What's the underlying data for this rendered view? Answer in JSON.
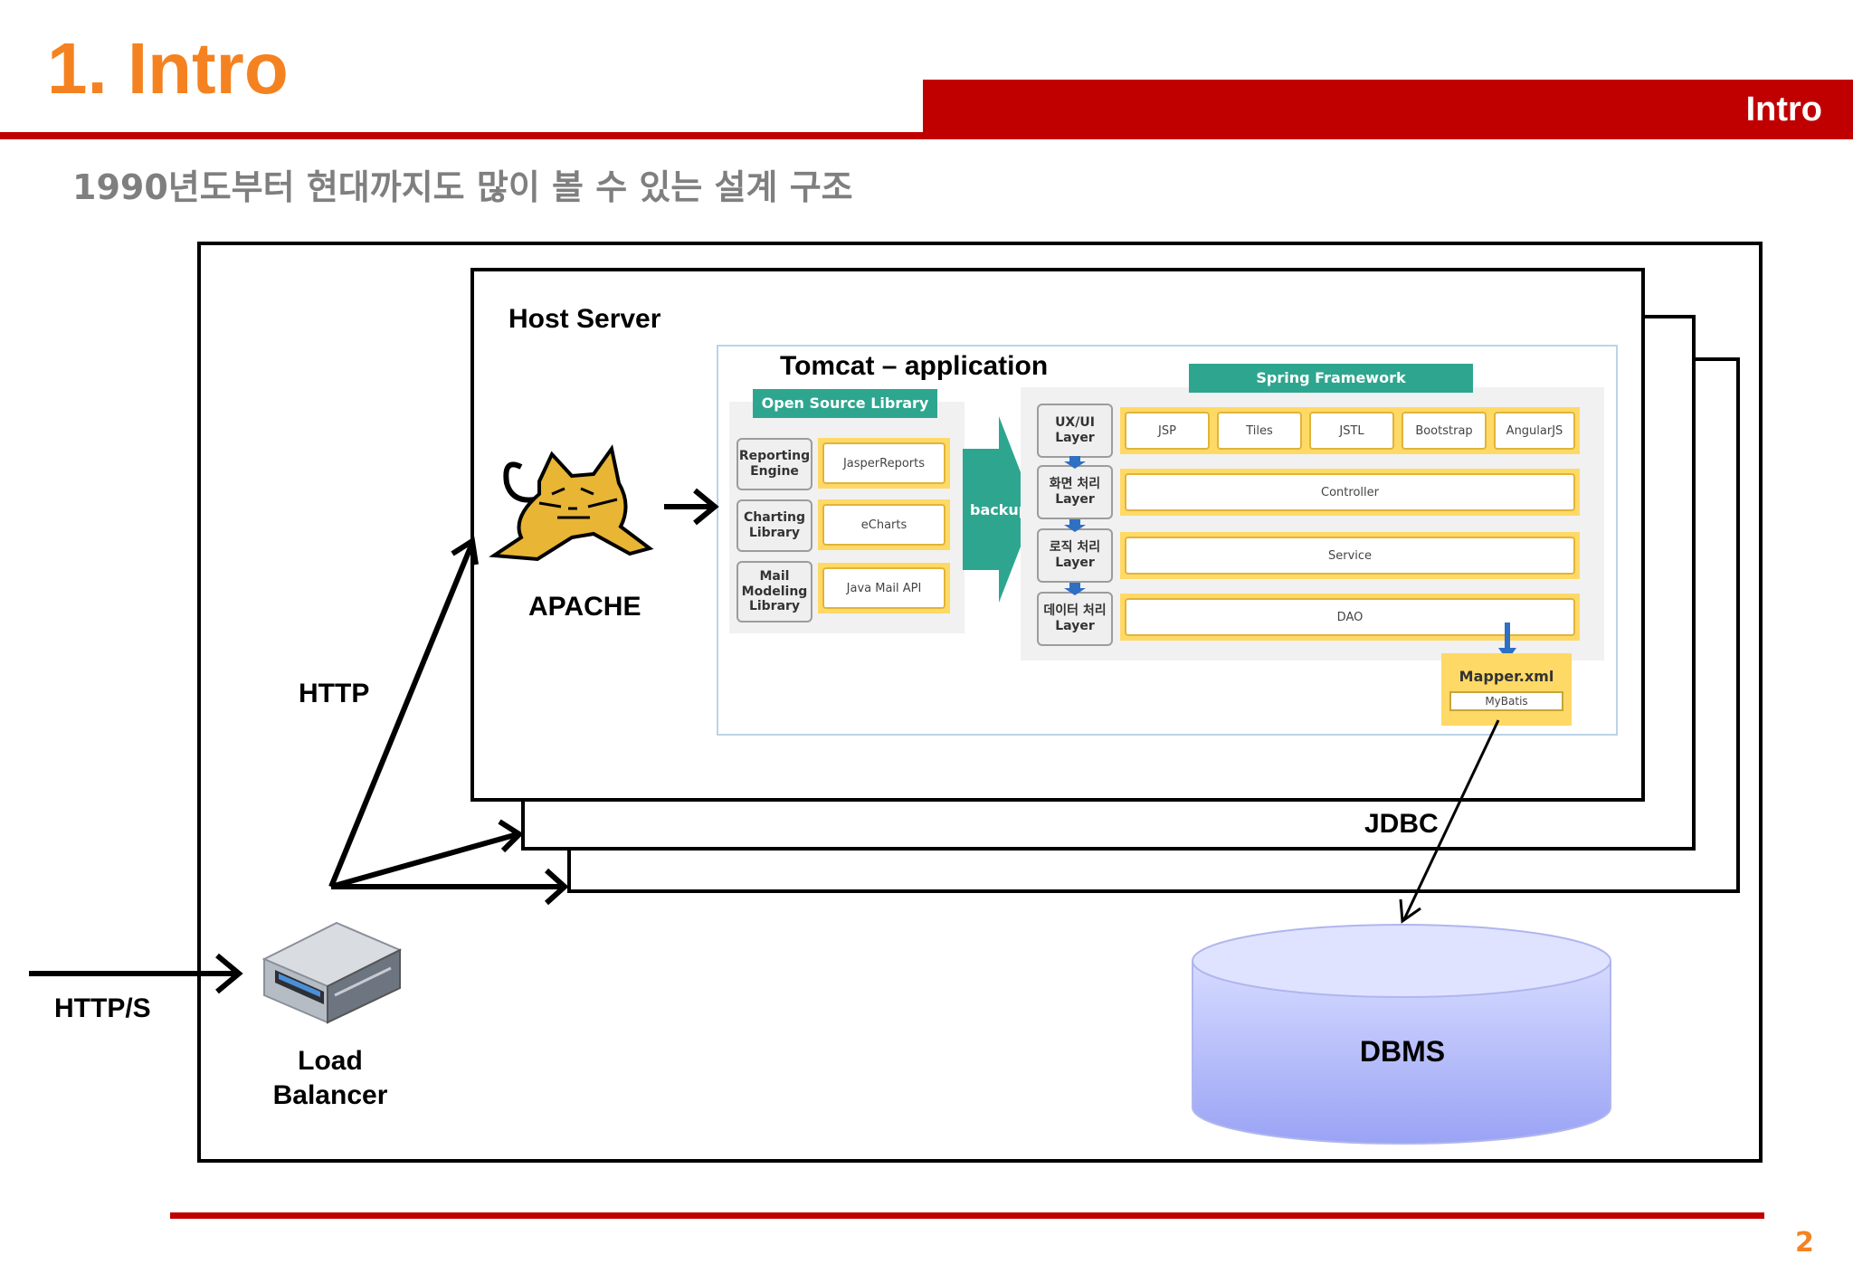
{
  "page": {
    "title": "1. Intro",
    "section_tab": "Intro",
    "subtitle": "1990년도부터 현대까지도 많이 볼 수 있는 설계 구조",
    "page_number": "2"
  },
  "diagram": {
    "host_server_label": "Host Server",
    "apache_label": "APACHE",
    "tomcat_label": "Tomcat – application",
    "http_label": "HTTP",
    "https_label": "HTTP/S",
    "load_balancer_label": [
      "Load",
      "Balancer"
    ],
    "jdbc_label": "JDBC",
    "dbms_label": "DBMS",
    "open_source_header": "Open Source Library",
    "libraries": [
      {
        "category": [
          "Reporting",
          "Engine"
        ],
        "name": "JasperReports"
      },
      {
        "category": [
          "Charting",
          "Library"
        ],
        "name": "eCharts"
      },
      {
        "category": [
          "Mail",
          "Modeling",
          "Library"
        ],
        "name": "Java Mail API"
      }
    ],
    "backup_label": "backup",
    "spring_header": "Spring Framework",
    "layers": [
      {
        "name": [
          "UX/UI",
          "Layer"
        ],
        "items": [
          "JSP",
          "Tiles",
          "JSTL",
          "Bootstrap",
          "AngularJS"
        ]
      },
      {
        "name": [
          "화면 처리",
          "Layer"
        ],
        "items": [
          "Controller"
        ]
      },
      {
        "name": [
          "로직 처리",
          "Layer"
        ],
        "items": [
          "Service"
        ]
      },
      {
        "name": [
          "데이터 처리",
          "Layer"
        ],
        "items": [
          "DAO"
        ]
      }
    ],
    "mapper_title": "Mapper.xml",
    "mapper_sub": "MyBatis"
  },
  "colors": {
    "accent_orange": "#f58220",
    "accent_red": "#c00000",
    "teal": "#2ea68f",
    "yellow": "#ffd966",
    "dbms_top": "#d6dbff",
    "dbms_bottom": "#9aa3f5"
  }
}
